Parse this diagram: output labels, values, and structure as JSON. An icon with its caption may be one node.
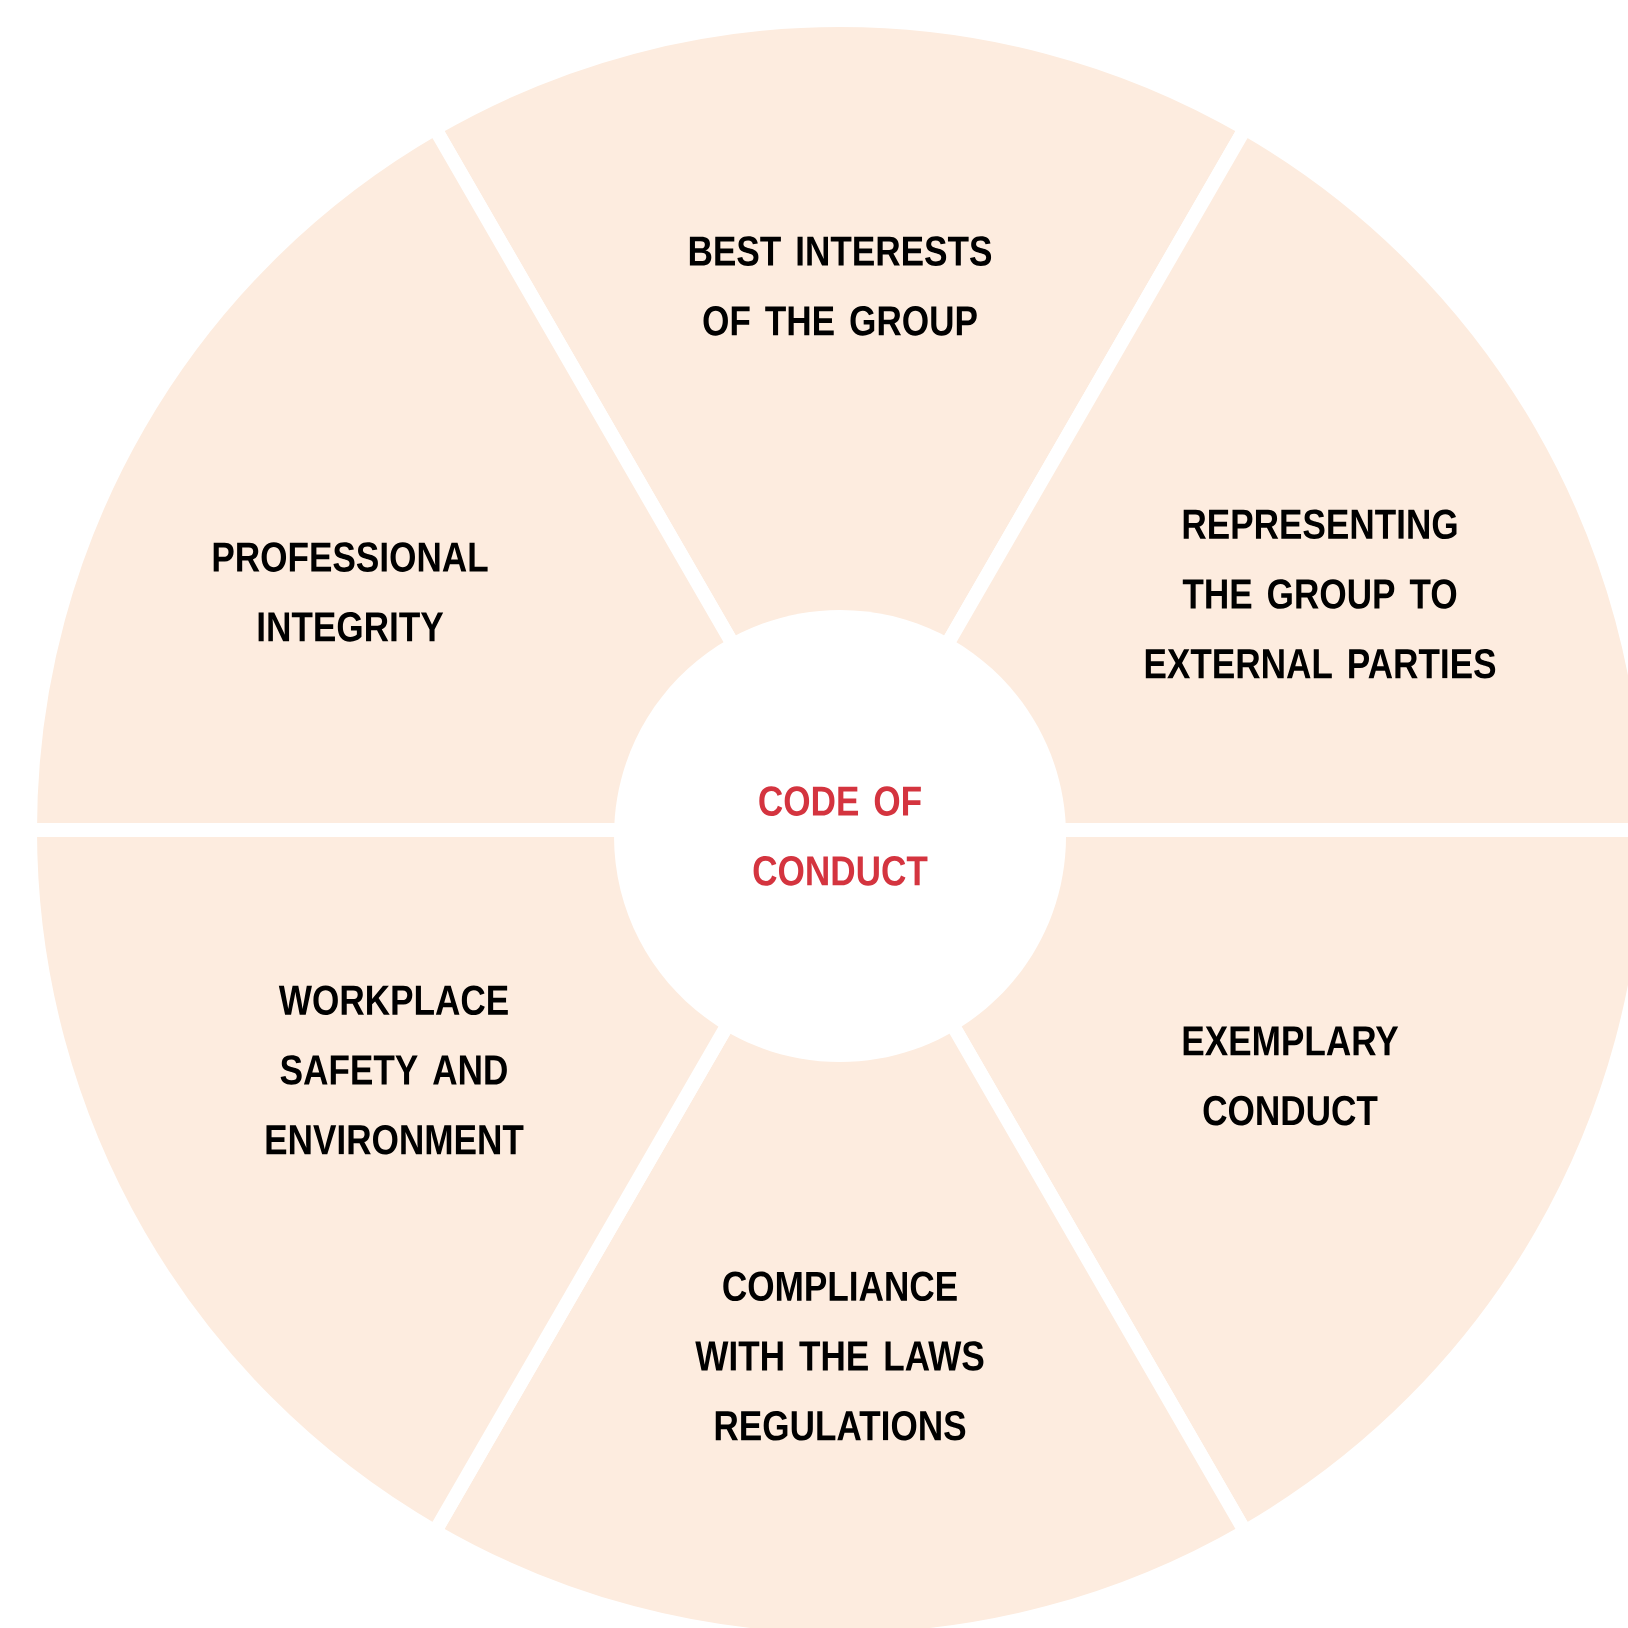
{
  "diagram": {
    "nodes": [
      {
        "text": [
          "CODE OF CONDUCT"
        ]
      },
      {
        "text": [
          "BEST INTERESTS OF THE GROUP"
        ]
      },
      {
        "text": [
          "REPRESENTING THE GROUP TO EXTERNAL PARTIES"
        ]
      },
      {
        "text": [
          "EXEMPLARY CONDUCT"
        ]
      },
      {
        "text": [
          "COMPLIANCE WITH THE LAWS REGULATIONS"
        ]
      },
      {
        "text": [
          "WORKPLACE SAFETY AND ENVIRONMENT"
        ]
      },
      {
        "text": [
          "PROFESSIONAL INTEGRITY"
        ]
      }
    ]
  }
}
